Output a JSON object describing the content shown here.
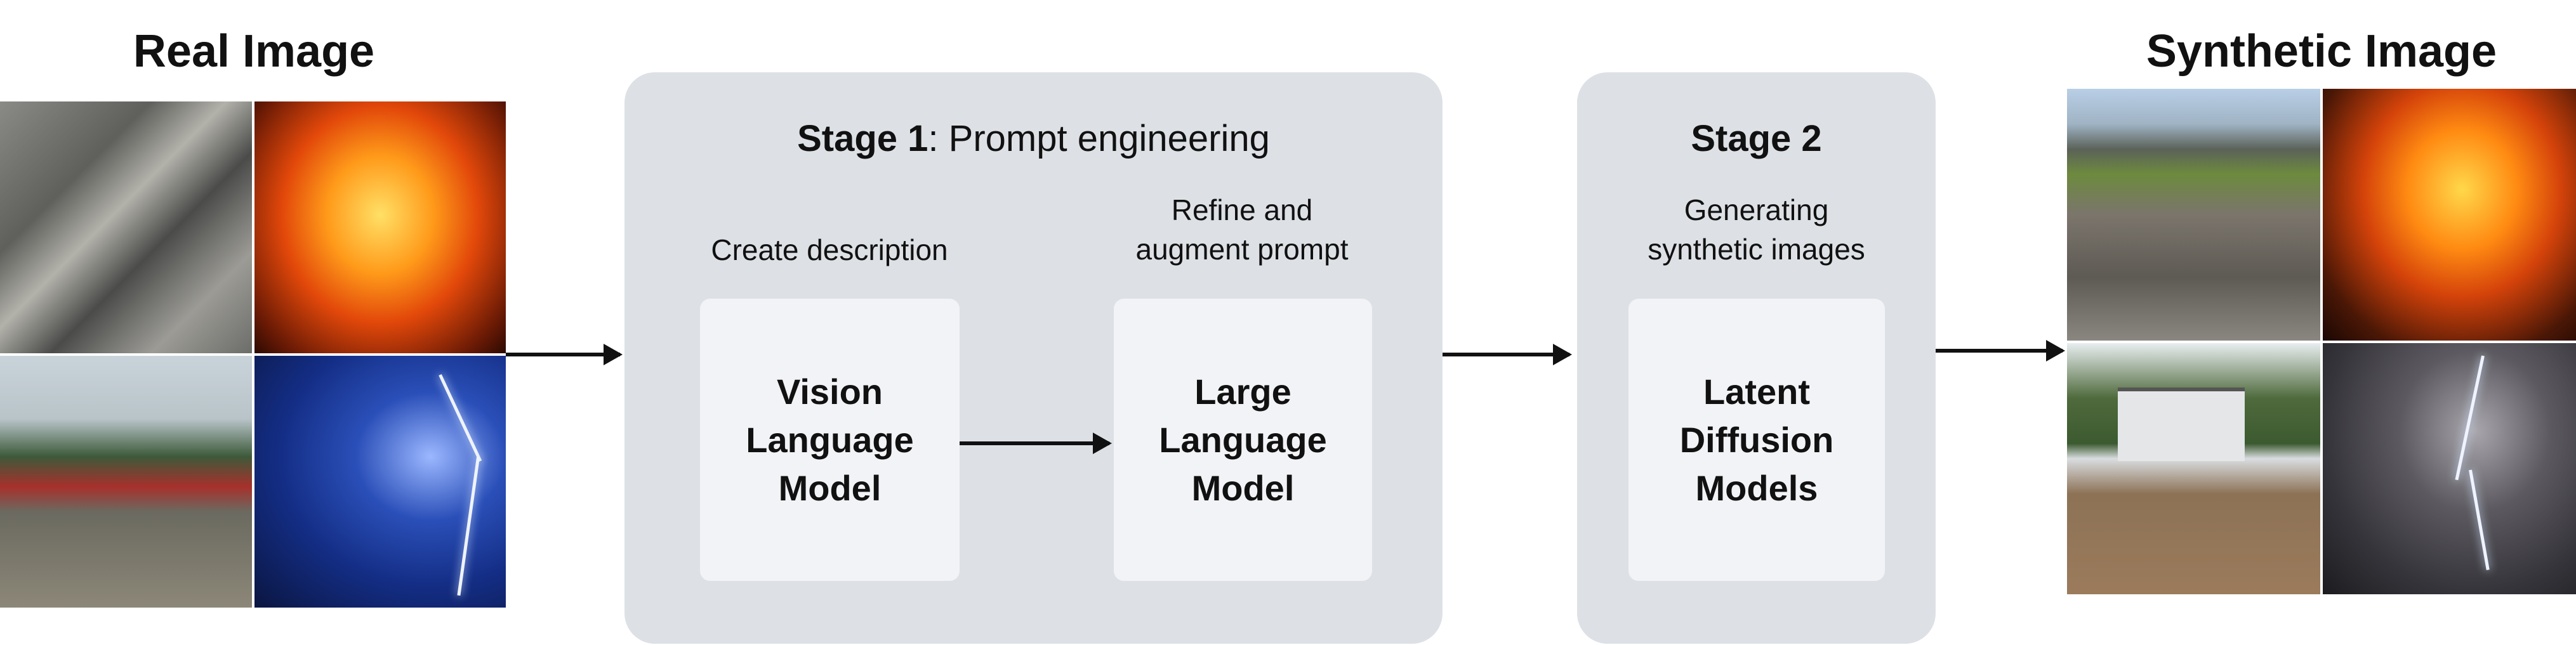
{
  "real_section": {
    "title": "Real Image",
    "images": [
      "collapsed-bridge",
      "burning-building",
      "flooded-street",
      "lightning-storm"
    ]
  },
  "stage1": {
    "title_bold": "Stage 1",
    "title_rest": ": Prompt engineering",
    "step1_label": "Create description",
    "step2_label_line1": "Refine and",
    "step2_label_line2": "augment prompt",
    "model1": [
      "Vision",
      "Language",
      "Model"
    ],
    "model2": [
      "Large",
      "Language",
      "Model"
    ]
  },
  "stage2": {
    "title_bold": "Stage 2",
    "label_line1": "Generating",
    "label_line2": "synthetic images",
    "model": [
      "Latent",
      "Diffusion",
      "Models"
    ]
  },
  "synthetic_section": {
    "title": "Synthetic Image",
    "images": [
      "debris-highway",
      "burning-house",
      "flooded-house",
      "lightning-road"
    ]
  },
  "colors": {
    "stage_bg": "#dde1e5",
    "model_bg": "#f2f3f6",
    "arrow": "#111111"
  }
}
